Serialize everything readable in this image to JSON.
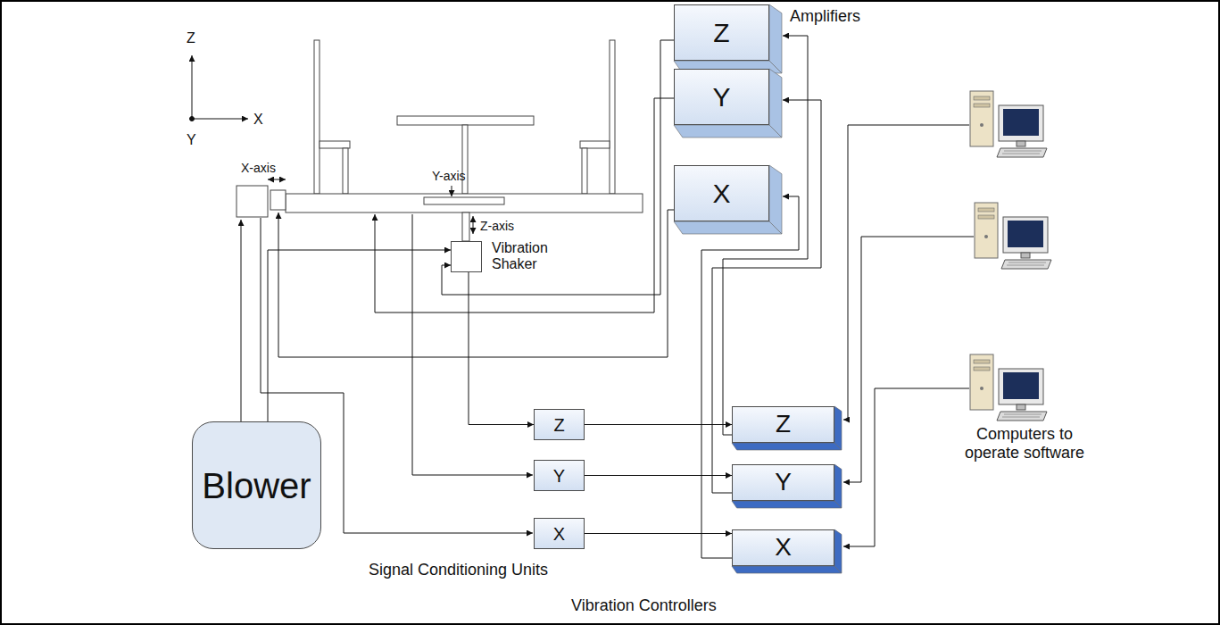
{
  "diagram": {
    "nodes": [
      {
        "text": [
          "Z"
        ]
      },
      {
        "text": [
          "Y"
        ]
      },
      {
        "text": [
          "X"
        ]
      },
      {
        "text": [
          "Blower"
        ]
      },
      {
        "text": [
          "Vibration Shaker"
        ]
      },
      {
        "text": [
          "Z"
        ]
      },
      {
        "text": [
          "Y"
        ]
      },
      {
        "text": [
          "X"
        ]
      },
      {
        "text": [
          "Z"
        ]
      },
      {
        "text": [
          "Y"
        ]
      },
      {
        "text": [
          "X"
        ]
      }
    ],
    "edges": [
      {
        "from": 0,
        "to": 4,
        "arrow": "to"
      },
      {
        "from": 3,
        "to": 4,
        "arrow": "to"
      },
      {
        "from": 4,
        "to": 5,
        "arrow": "to"
      },
      {
        "from": 5,
        "to": 8,
        "arrow": "to"
      },
      {
        "from": 6,
        "to": 9,
        "arrow": "to"
      },
      {
        "from": 7,
        "to": 10,
        "arrow": "to"
      },
      {
        "from": 8,
        "to": 0,
        "arrow": "to"
      },
      {
        "from": 9,
        "to": 1,
        "arrow": "to"
      },
      {
        "from": 10,
        "to": 2,
        "arrow": "to"
      }
    ],
    "labels": [
      "Z",
      "X",
      "Y",
      "X-axis",
      "Y-axis",
      "Z-axis",
      "Amplifiers",
      "Signal Conditioning Units",
      "Vibration Controllers",
      "Computers to operate software"
    ]
  }
}
